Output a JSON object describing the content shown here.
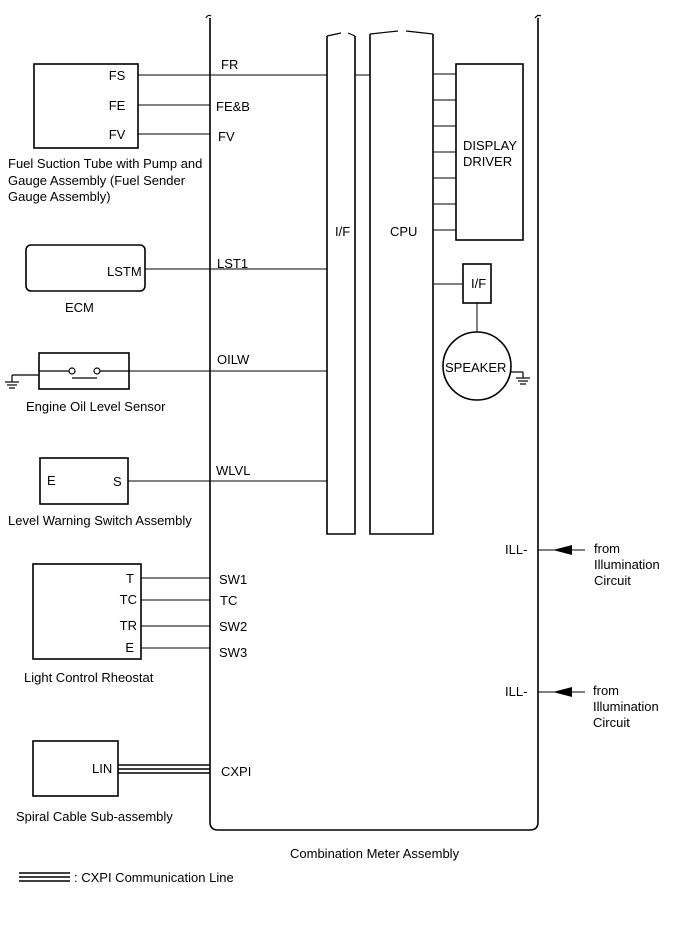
{
  "assembly": {
    "name": "Combination Meter Assembly"
  },
  "internal": {
    "if_left": "I/F",
    "cpu": "CPU",
    "display_driver": [
      "DISPLAY",
      "DRIVER"
    ],
    "if_small": "I/F",
    "speaker": "SPEAKER"
  },
  "fuel_sender": {
    "pins": [
      "FS",
      "FE",
      "FV"
    ],
    "meter_pins": [
      "FR",
      "FE&B",
      "FV"
    ],
    "caption": [
      "Fuel Suction Tube with Pump and",
      "Gauge Assembly (Fuel Sender",
      "Gauge Assembly)"
    ]
  },
  "ecm": {
    "pin": "LSTM",
    "meter_pin": "LST1",
    "caption": "ECM"
  },
  "oil_sensor": {
    "meter_pin": "OILW",
    "caption": "Engine Oil Level Sensor"
  },
  "level_switch": {
    "pin_left": "E",
    "pin_right": "S",
    "meter_pin": "WLVL",
    "caption": "Level Warning Switch Assembly"
  },
  "rheostat": {
    "pins": [
      "T",
      "TC",
      "TR",
      "E"
    ],
    "meter_pins": [
      "SW1",
      "TC",
      "SW2",
      "SW3"
    ],
    "caption": "Light Control Rheostat"
  },
  "spiral_cable": {
    "pin": "LIN",
    "meter_pin": "CXPI",
    "caption": "Spiral Cable Sub-assembly"
  },
  "illumination": [
    {
      "pin": "ILL-",
      "label": [
        "from",
        "Illumination",
        "Circuit"
      ]
    },
    {
      "pin": "ILL-",
      "label": [
        "from",
        "Illumination",
        "Circuit"
      ]
    }
  ],
  "legend": {
    "text": ": CXPI Communication Line"
  }
}
